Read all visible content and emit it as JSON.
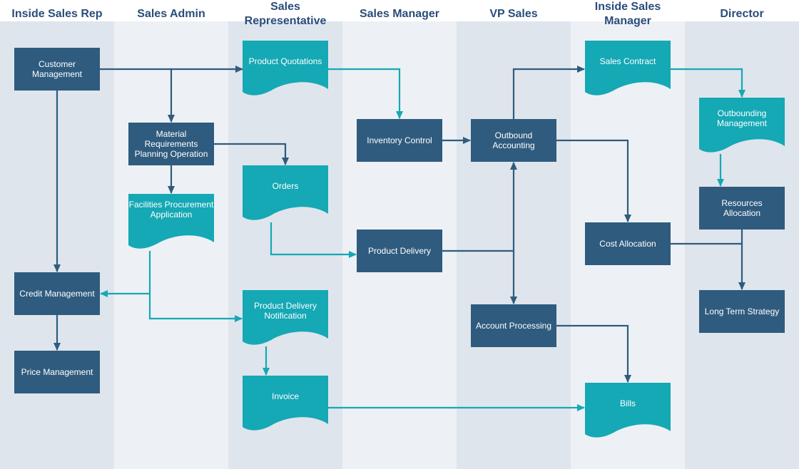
{
  "lanes": [
    {
      "title": "Inside Sales Rep"
    },
    {
      "title": "Sales Admin"
    },
    {
      "title": "Sales Representative"
    },
    {
      "title": "Sales Manager"
    },
    {
      "title": "VP Sales"
    },
    {
      "title": "Inside Sales Manager"
    },
    {
      "title": "Director"
    }
  ],
  "nodes": {
    "customer_management": "Customer Management",
    "credit_management": "Credit Management",
    "price_management": "Price Management",
    "material_requirements": "Material Requirements Planning Operation",
    "facilities_procurement": "Facilities Procurement Application",
    "product_quotations": "Product Quotations",
    "orders": "Orders",
    "product_delivery_notification": "Product Delivery Notification",
    "invoice": "Invoice",
    "inventory_control": "Inventory Control",
    "product_delivery": "Product Delivery",
    "outbound_accounting": "Outbound Accounting",
    "account_processing": "Account Processing",
    "sales_contract": "Sales Contract",
    "cost_allocation": "Cost Allocation",
    "bills": "Bills",
    "outbounding_management": "Outbounding Management",
    "resources_allocation": "Resources Allocation",
    "long_term_strategy": "Long Term Strategy"
  },
  "colors": {
    "process_box": "#2f5b7e",
    "document": "#15a8b5",
    "lane_dark": "#dfe5ec",
    "lane_light": "#edf1f5",
    "header_text": "#2a4d7a",
    "arrow_dark": "#2f5b7e",
    "arrow_teal": "#15a8b5"
  }
}
